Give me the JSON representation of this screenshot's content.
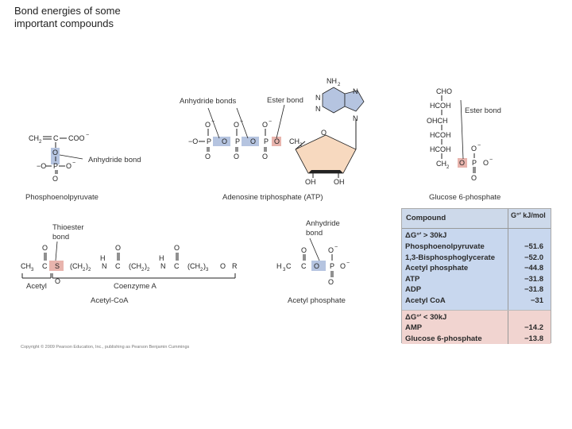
{
  "title": "Bond energies of some important compounds",
  "labels": {
    "anhydride_bonds": "Anhydride bonds",
    "ester_bond_atp": "Ester bond",
    "ester_bond_glc": "Ester bond",
    "anhydride_bond_pep": "Anhydride bond",
    "pep_name": "Phosphoenolpyruvate",
    "atp_name": "Adenosine triphosphate (ATP)",
    "g6p_name": "Glucose 6-phosphate",
    "thioester_bond": "Thioester bond",
    "anhydride_bond_acp": "Anhydride bond",
    "acetyl": "Acetyl",
    "coenzyme_a": "Coenzyme A",
    "acetyl_coa_name": "Acetyl-CoA",
    "acetyl_phosphate_name": "Acetyl phosphate",
    "copyright": "Copyright © 2009 Pearson Education, Inc., publishing as Pearson Benjamin Cummings"
  },
  "table": {
    "header_compound": "Compound",
    "header_energy": "G°′ kJ/mol",
    "group1_label": "ΔG°′ > 30kJ",
    "group1": [
      {
        "name": "Phosphoenolpyruvate",
        "value": "−51.6"
      },
      {
        "name": "1,3-Bisphosphoglycerate",
        "value": "−52.0"
      },
      {
        "name": "Acetyl phosphate",
        "value": "−44.8"
      },
      {
        "name": "ATP",
        "value": "−31.8"
      },
      {
        "name": "ADP",
        "value": "−31.8"
      },
      {
        "name": "Acetyl CoA",
        "value": "−31"
      }
    ],
    "group2_label": "ΔG°′ < 30kJ",
    "group2": [
      {
        "name": "AMP",
        "value": "−14.2"
      },
      {
        "name": "Glucose 6-phosphate",
        "value": "−13.8"
      }
    ]
  },
  "colors": {
    "bond_highlight": "#e8b4ad",
    "phosphate_highlight": "#b5c4e0",
    "ribose_fill": "#f7d9bf",
    "table_header": "#cdd9ea",
    "table_high": "#c8d7ee",
    "table_low": "#f1d4d0"
  }
}
